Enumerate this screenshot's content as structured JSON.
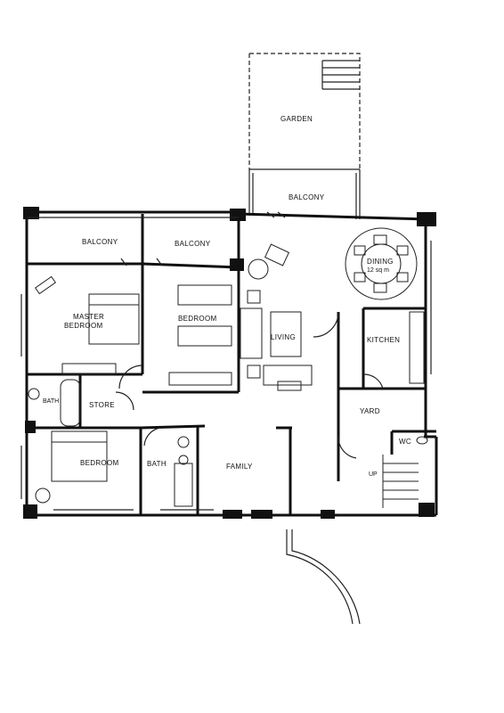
{
  "rooms": {
    "garden": "GARDEN",
    "balcony_top": "BALCONY",
    "balcony_left": "BALCONY",
    "balcony_mid": "BALCONY",
    "master_bedroom_1": "MASTER",
    "master_bedroom_2": "BEDROOM",
    "bedroom_upper": "BEDROOM",
    "living": "LIVING",
    "dining": "DINING",
    "dining_area": "12 sq m",
    "kitchen": "KITCHEN",
    "store": "STORE",
    "bath_small": "BATH",
    "yard": "YARD",
    "wc": "WC",
    "bedroom_lower": "BEDROOM",
    "bath_lower": "BATH",
    "family": "FAMILY",
    "up": "UP"
  }
}
